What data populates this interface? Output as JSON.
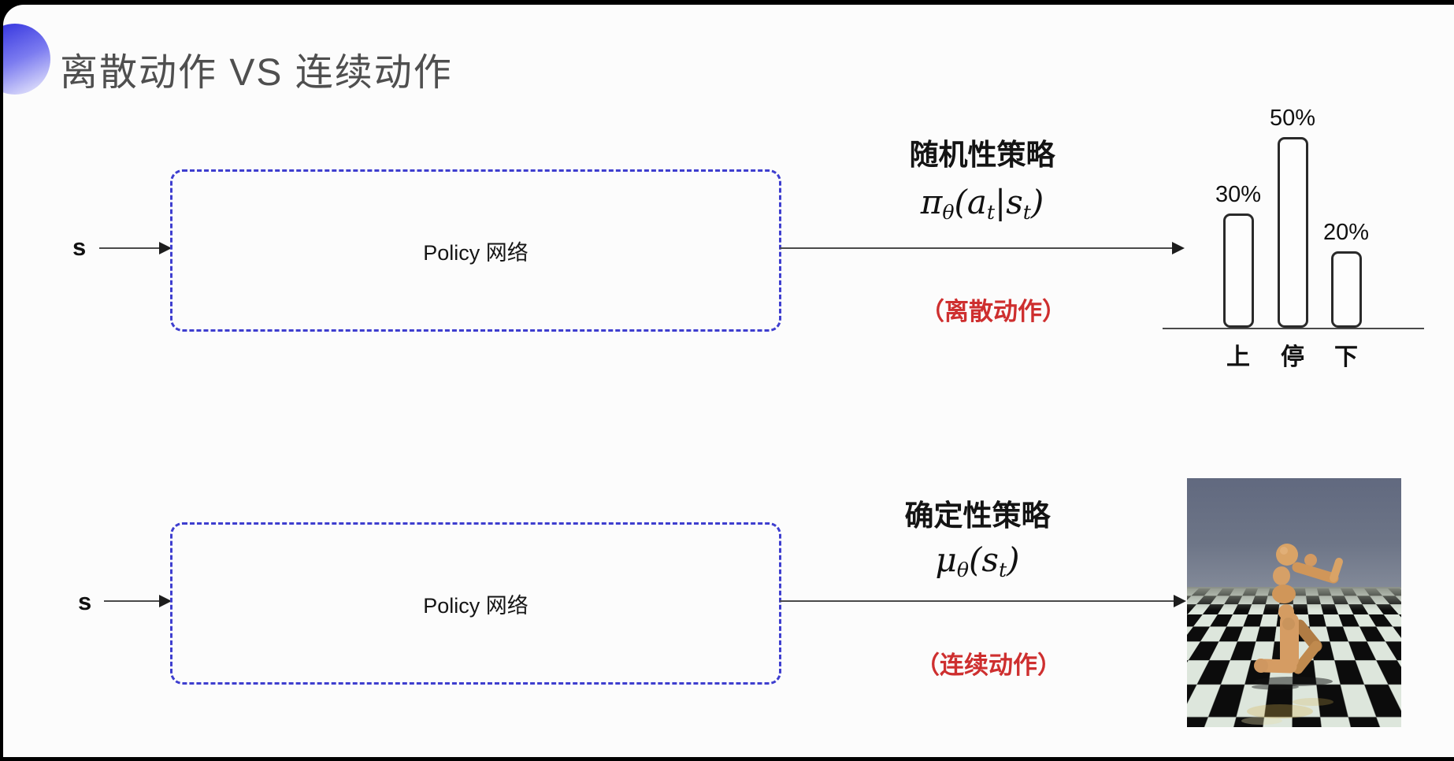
{
  "title": {
    "text": "离散动作 VS 连续动作"
  },
  "rows": [
    {
      "id": "stochastic-discrete",
      "input_label": "s",
      "box_label": "Policy 网络",
      "policy_label": "随机性策略",
      "formula": [
        {
          "t": "π"
        },
        {
          "t": "θ",
          "sub": true
        },
        {
          "t": "("
        },
        {
          "t": "a"
        },
        {
          "t": "t",
          "sub": true
        },
        {
          "t": "|"
        },
        {
          "t": "s"
        },
        {
          "t": "t",
          "sub": true
        },
        {
          "t": ")"
        }
      ],
      "action_note": "（离散动作）"
    },
    {
      "id": "deterministic-continuous",
      "input_label": "s",
      "box_label": "Policy 网络",
      "policy_label": "确定性策略",
      "formula": [
        {
          "t": "μ"
        },
        {
          "t": "θ",
          "sub": true
        },
        {
          "t": "("
        },
        {
          "t": "s"
        },
        {
          "t": "t",
          "sub": true
        },
        {
          "t": ")"
        }
      ],
      "action_note": "（连续动作）"
    }
  ],
  "chart_data": {
    "type": "bar",
    "categories": [
      "上",
      "停",
      "下"
    ],
    "values": [
      30,
      50,
      20
    ],
    "value_labels": [
      "30%",
      "50%",
      "20%"
    ],
    "title": "",
    "xlabel": "",
    "ylabel": "",
    "ylim": [
      0,
      60
    ],
    "grid": false,
    "legend": false,
    "style": "outlined white bars with rounded corners over a single baseline"
  },
  "robot_image": {
    "alt": "MuJoCo humanoid robot running on a checkerboard floor"
  },
  "colors": {
    "accent_blue_dash": "#3e3ecf",
    "red_note": "#ce2f2f",
    "title_gray": "#4f4f4f",
    "bar_outline": "#2a2a2a",
    "orb_blue": "#3b3be0"
  }
}
